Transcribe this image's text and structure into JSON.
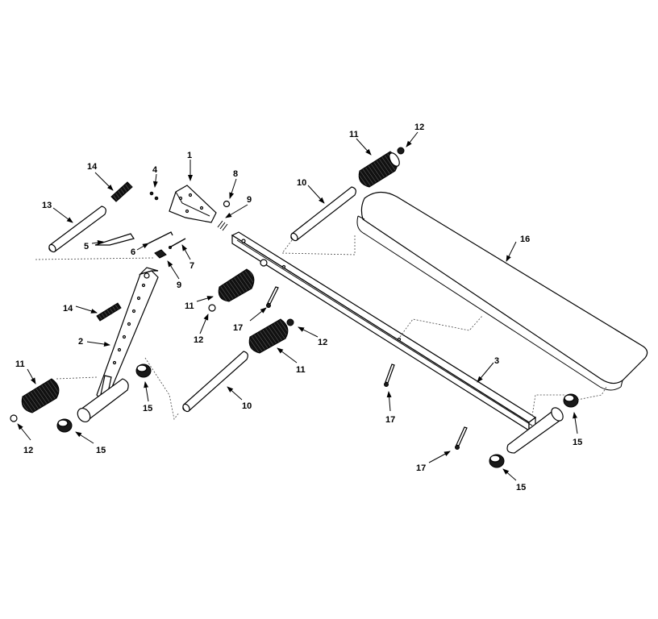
{
  "callouts": {
    "c1": "1",
    "c2": "2",
    "c3": "3",
    "c4": "4",
    "c5": "5",
    "c6": "6",
    "c7": "7",
    "c8": "8",
    "c9a": "9",
    "c9b": "9",
    "c10a": "10",
    "c10b": "10",
    "c11a": "11",
    "c11b": "11",
    "c11c": "11",
    "c11d": "11",
    "c12a": "12",
    "c12b": "12",
    "c12c": "12",
    "c12d": "12",
    "c13": "13",
    "c14a": "14",
    "c14b": "14",
    "c15a": "15",
    "c15b": "15",
    "c15c": "15",
    "c15d": "15",
    "c16": "16",
    "c17a": "17",
    "c17b": "17",
    "c17c": "17"
  }
}
